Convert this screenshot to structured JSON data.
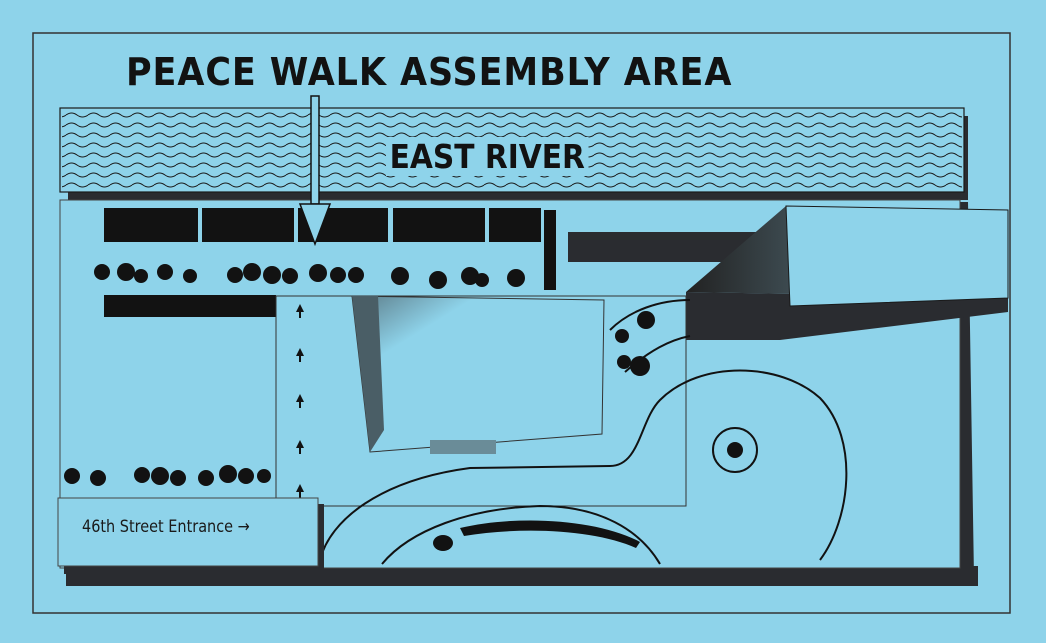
{
  "map": {
    "title": "PEACE WALK ASSEMBLY AREA",
    "river_label": "EAST RIVER",
    "entrance_label": "46th Street Entrance →"
  },
  "colors": {
    "background": "#8ed3ea",
    "ink": "#121212",
    "shadow": "#2a2c30"
  }
}
